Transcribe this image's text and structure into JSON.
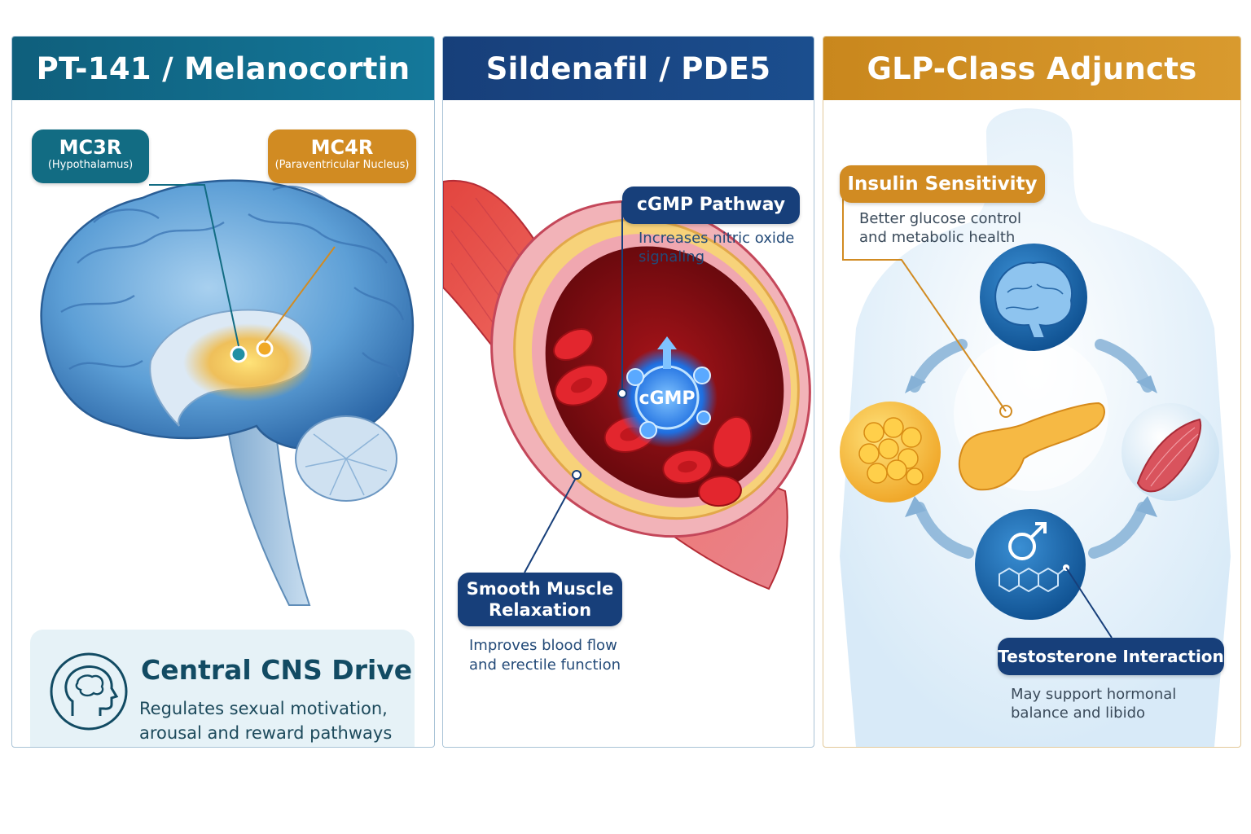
{
  "panels": [
    {
      "title": "PT-141 / Melanocortin",
      "callouts": [
        {
          "label": "MC3R",
          "sublabel": "(Hypothalamus)"
        },
        {
          "label": "MC4R",
          "sublabel": "(Paraventricular Nucleus)"
        }
      ],
      "card": {
        "title": "Central CNS Drive",
        "description": "Regulates sexual motivation, arousal and reward pathways"
      }
    },
    {
      "title": "Sildenafil / PDE5",
      "callouts": [
        {
          "label": "cGMP Pathway",
          "description": "Increases nitric oxide signaling"
        },
        {
          "label": "Smooth Muscle Relaxation",
          "description": "Improves blood flow and erectile function"
        }
      ],
      "molecule_label": "cGMP"
    },
    {
      "title": "GLP-Class Adjuncts",
      "callouts": [
        {
          "label": "Insulin Sensitivity",
          "description": "Better glucose control and metabolic health"
        },
        {
          "label": "Testosterone Interaction",
          "description": "May support hormonal balance and libido"
        }
      ]
    }
  ],
  "colors": {
    "teal": "#126c83",
    "navy": "#173f7a",
    "amber": "#d18b22"
  },
  "icons": [
    "brain-head-icon",
    "male-symbol-icon",
    "steroid-molecule-icon"
  ]
}
